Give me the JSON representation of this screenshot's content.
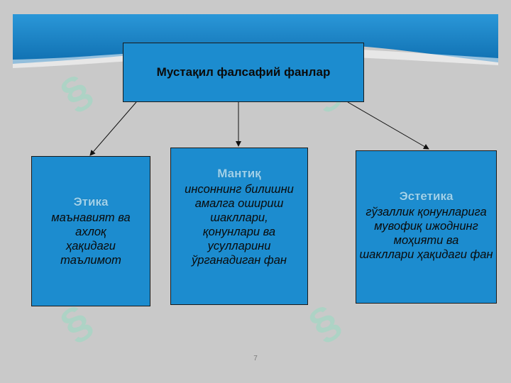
{
  "diagram": {
    "root": {
      "title": "Мустақил фалсафий фанлар"
    },
    "children": [
      {
        "id": "ethics",
        "title": "Этика",
        "description": "маънавият ва\nахлоқ\nҳақидаги\nтаълимот"
      },
      {
        "id": "logic",
        "title": "Мантиқ",
        "description": "инсоннинг билишни\nамалга ошириш\nшакллари,\nқонунлари ва\nусулларини\nўрганадиган фан"
      },
      {
        "id": "aesthetics",
        "title": "Эстетика",
        "description": "гўзаллик қонунларига\nмувофиқ ижоднинг\nмоҳияти ва\nшакллари ҳақидаги фан"
      }
    ]
  },
  "slide": {
    "page_number": "7"
  },
  "colors": {
    "box_fill": "#1c8ccf",
    "box_border": "#1a1a1a",
    "background": "#c9c9c9",
    "header_band": "#1e86c8",
    "child_title": "#9fd2ec"
  }
}
